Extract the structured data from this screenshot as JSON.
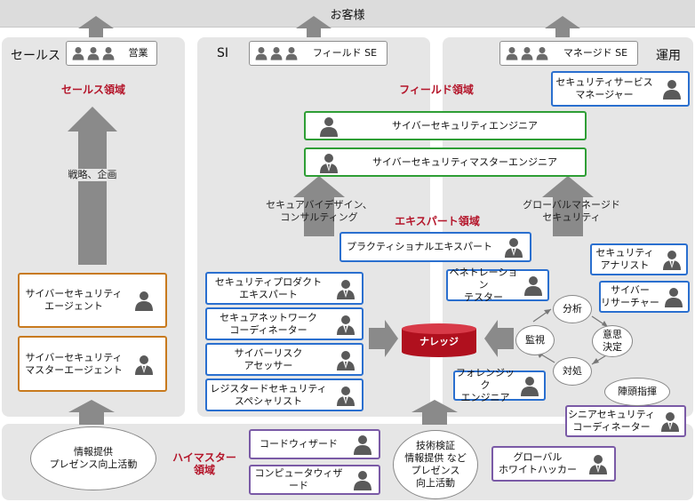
{
  "header": {
    "title": "お客様"
  },
  "sections": {
    "sales": {
      "title": "セールス",
      "badge": "営業",
      "region": "セールス領域",
      "arrow_text": "戦略、企画"
    },
    "si": {
      "title": "SI",
      "badge": "フィールド SE",
      "region": "フィールド領域",
      "arrow_text": "セキュアバイデザイン、\nコンサルティング"
    },
    "ops": {
      "title": "運用",
      "badge": "マネージド SE",
      "arrow_text": "グローバルマネージド\nセキュリティ"
    }
  },
  "expert_region": "エキスパート領域",
  "himaster_region": "ハイマスター\n領域",
  "cards": {
    "security_service_manager": "セキュリティサービス\nマネージャー",
    "cyber_security_engineer": "サイバーセキュリティエンジニア",
    "cyber_security_master_engineer": "サイバーセキュリティマスターエンジニア",
    "practitional_expert": "プラクティショナルエキスパート",
    "security_product_expert": "セキュリティプロダクト\nエキスパート",
    "secure_network_coordinator": "セキュアネットワーク\nコーディネーター",
    "cyber_risk_assessor": "サイバーリスク\nアセッサー",
    "registered_security_specialist": "レジスタードセキュリティ\nスペシャリスト",
    "penetration_tester": "ペネトレーション\nテスター",
    "security_analyst": "セキュリティ\nアナリスト",
    "cyber_researcher": "サイバー\nリサーチャー",
    "forensic_engineer": "フォレンジック\nエンジニア",
    "senior_security_coordinator": "シニアセキュリティ\nコーディネーター",
    "cyber_security_agent": "サイバーセキュリティ\nエージェント",
    "cyber_security_master_agent": "サイバーセキュリティ\nマスターエージェント",
    "code_wizard": "コードウィザード",
    "computer_wizard": "コンピュータウィザード",
    "global_white_hacker": "グローバル\nホワイトハッカー"
  },
  "cycle": {
    "analysis": "分析",
    "decision": "意思\n決定",
    "response": "対処",
    "monitoring": "監視"
  },
  "command": "陣頭指揮",
  "knowledge": "ナレッジ",
  "bubbles": {
    "info_left": "情報提供\nプレゼンス向上活動",
    "tech_verify": "技術検証\n情報提供 など\nプレゼンス\n向上活動"
  },
  "colors": {
    "panel": "#e6e6e6",
    "region": "#b4152a",
    "blue": "#2a6fcf",
    "green": "#2e9e35",
    "orange": "#c87a1e",
    "purple": "#7a5aa6",
    "knowledge": "#b0101e"
  },
  "icons": [
    "person-icon",
    "suit-person-icon",
    "database-icon",
    "arrow-up-icon",
    "arrow-right-icon"
  ]
}
